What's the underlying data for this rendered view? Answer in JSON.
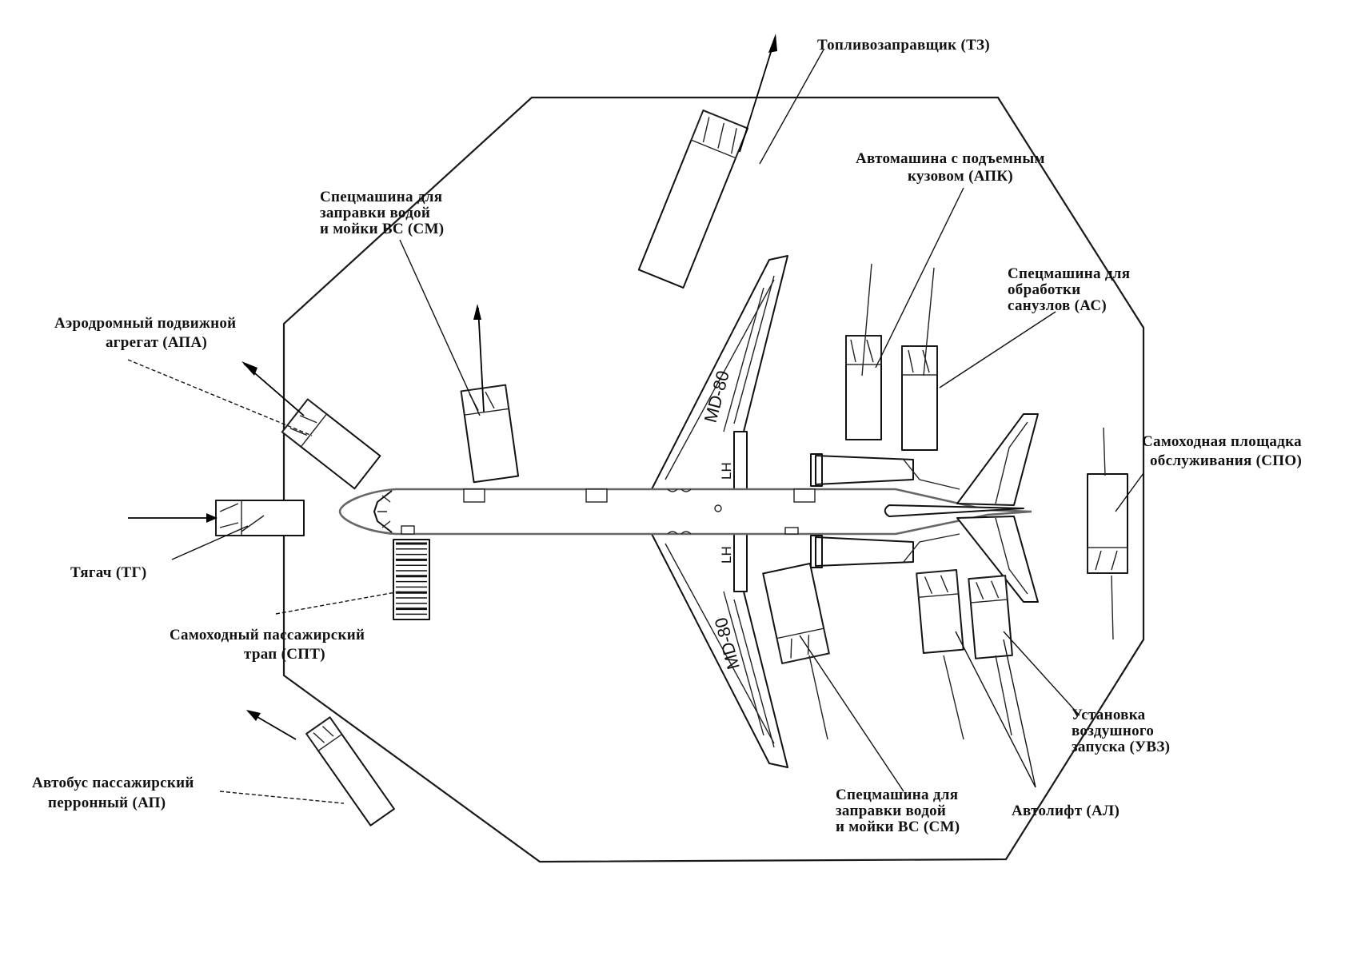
{
  "diagram": {
    "subject": "Aircraft ground servicing layout",
    "aircraft": {
      "type_marking_upper_wing": "MD-80",
      "type_marking_lower_wing": "MD-80",
      "wing_root_mark_upper": "LH",
      "wing_root_mark_lower": "LH"
    },
    "labels": {
      "fuel_truck": [
        "Топливозаправщик (ТЗ)"
      ],
      "water_vehicle_top": [
        "Спецмашина для",
        "заправки водой",
        "и мойки ВС (СМ)"
      ],
      "lift_truck": [
        "Автомашина с подъемным",
        "кузовом (АПК)"
      ],
      "lavatory_vehicle": [
        "Спецмашина для",
        "обработки",
        "санузлов (АС)"
      ],
      "gpu": [
        "Аэродромный подвижной",
        "агрегат (АПА)"
      ],
      "platform": [
        "Самоходная площадка",
        "обслуживания (СПО)"
      ],
      "tug": [
        "Тягач (ТГ)"
      ],
      "stairs": [
        "Самоходный пассажирский",
        "трап (СПТ)"
      ],
      "bus": [
        "Автобус пассажирский",
        "перронный (АП)"
      ],
      "water_vehicle_bottom": [
        "Спецмашина для",
        "заправки водой",
        "и мойки ВС (СМ)"
      ],
      "catering_lift": [
        "Автолифт (АЛ)"
      ],
      "air_start": [
        "Установка",
        "воздушного",
        "запуска (УВЗ)"
      ]
    }
  }
}
